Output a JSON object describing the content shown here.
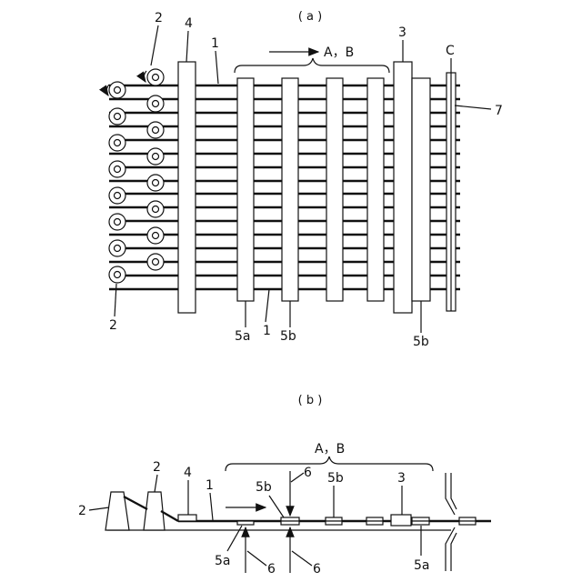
{
  "panel_a": {
    "caption": "( a )",
    "labels": {
      "spool_top": "2",
      "spool_bottom": "2",
      "guide": "4",
      "strip": "1",
      "strip_bottom": "1",
      "direction": "A，B",
      "roller": "3",
      "cutter": "C",
      "blade": "7",
      "clamp_5a": "5a",
      "clamp_5b": "5b",
      "clamp_5b_right": "5b"
    }
  },
  "panel_b": {
    "caption": "( b )",
    "labels": {
      "direction": "A，B",
      "spool_left": "2",
      "spool_right": "2",
      "guide": "4",
      "strip": "1",
      "clamp_5b_left": "5b",
      "clamp_5b_mid": "5b",
      "actuator_top": "6",
      "roller": "3",
      "clamp_5a_left": "5a",
      "actuator_bottom_left": "6",
      "actuator_bottom_mid": "6",
      "clamp_5a_right": "5a"
    }
  }
}
